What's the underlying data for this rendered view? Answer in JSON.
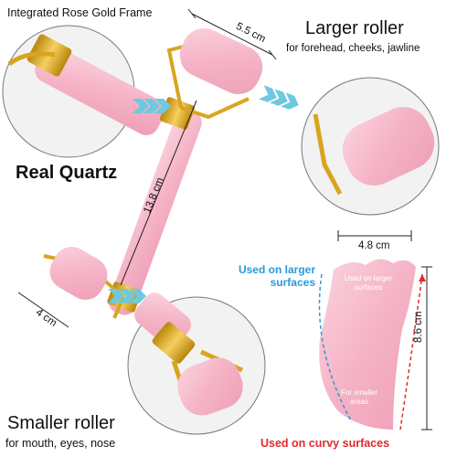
{
  "labels": {
    "frame": "Integrated Rose Gold Frame",
    "larger_title": "Larger roller",
    "larger_sub": "for  forehead, cheeks, jawline",
    "quartz": "Real Quartz",
    "smaller_title": "Smaller roller",
    "smaller_sub": "for mouth, eyes, nose"
  },
  "dimensions": {
    "large_width": "5.5 cm",
    "handle_length": "13.8 cm",
    "small_width": "4 cm",
    "gua_sha_width": "4.8 cm",
    "gua_sha_height": "8.6 cm"
  },
  "gua_sha": {
    "larger_surfaces": "Used on larger surfaces",
    "curvy_surfaces": "Used on curvy surfaces",
    "inner_top": "Used on larger surfaces",
    "inner_bottom": "For smaller areas"
  },
  "colors": {
    "quartz_pink": "#f7b9cc",
    "gold": "#d9a520",
    "arrow_teal": "#6ec9e0",
    "blue_text": "#2a9ad8",
    "red_text": "#e02a2a"
  }
}
